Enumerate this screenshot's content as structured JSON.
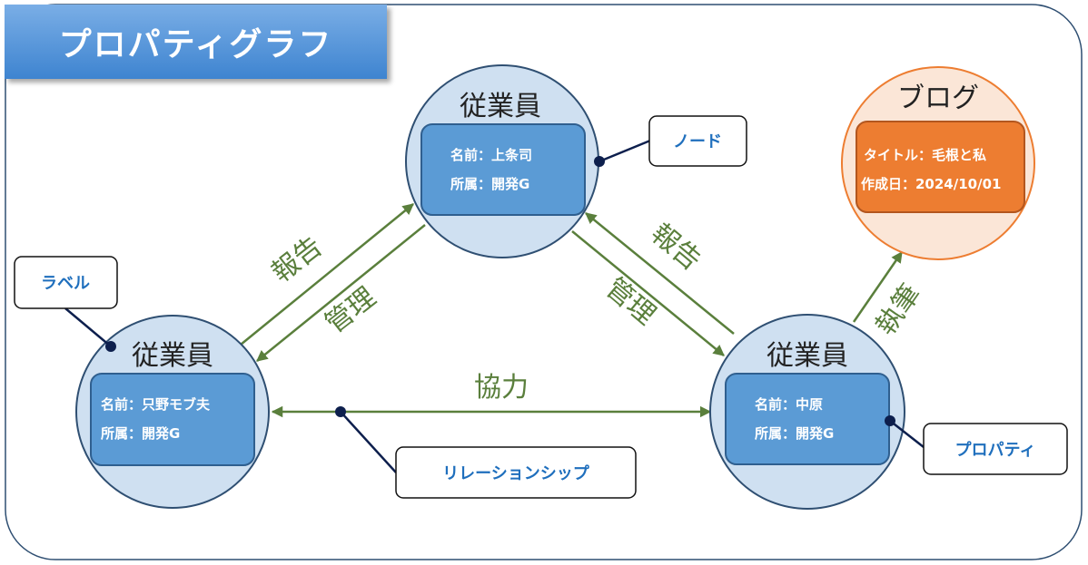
{
  "title": "プロパティグラフ",
  "nodes": {
    "employee_top": {
      "label": "従業員",
      "props": [
        "名前：上条司",
        "所属：開発G"
      ]
    },
    "employee_left": {
      "label": "従業員",
      "props": [
        "名前：只野モブ夫",
        "所属：開発G"
      ]
    },
    "employee_right": {
      "label": "従業員",
      "props": [
        "名前：中原",
        "所属：開発G"
      ]
    },
    "blog": {
      "label": "ブログ",
      "props": [
        "タイトル：毛根と私",
        "作成日：2024/10/01"
      ]
    }
  },
  "edges": {
    "left_to_top": "報告",
    "top_to_left": "管理",
    "right_to_top": "報告",
    "top_to_right": "管理",
    "left_right": "協力",
    "right_to_blog": "執筆"
  },
  "callouts": {
    "node": "ノード",
    "label": "ラベル",
    "relationship": "リレーションシップ",
    "property": "プロパティ"
  },
  "colors": {
    "employee_fill": "#cfe0f1",
    "employee_stroke": "#2f4f72",
    "employee_prop_fill": "#5b9bd5",
    "employee_prop_stroke": "#2f5f8f",
    "blog_fill": "#fbe6d7",
    "blog_stroke": "#ed7d31",
    "blog_prop_fill": "#ed7d31",
    "blog_prop_stroke": "#b3561e",
    "edge": "#5a7f3c",
    "callout_text": "#1f6fbd",
    "connector": "#0d1f4d",
    "frame_stroke": "#2f4f72",
    "banner": "#4a8fd6"
  }
}
